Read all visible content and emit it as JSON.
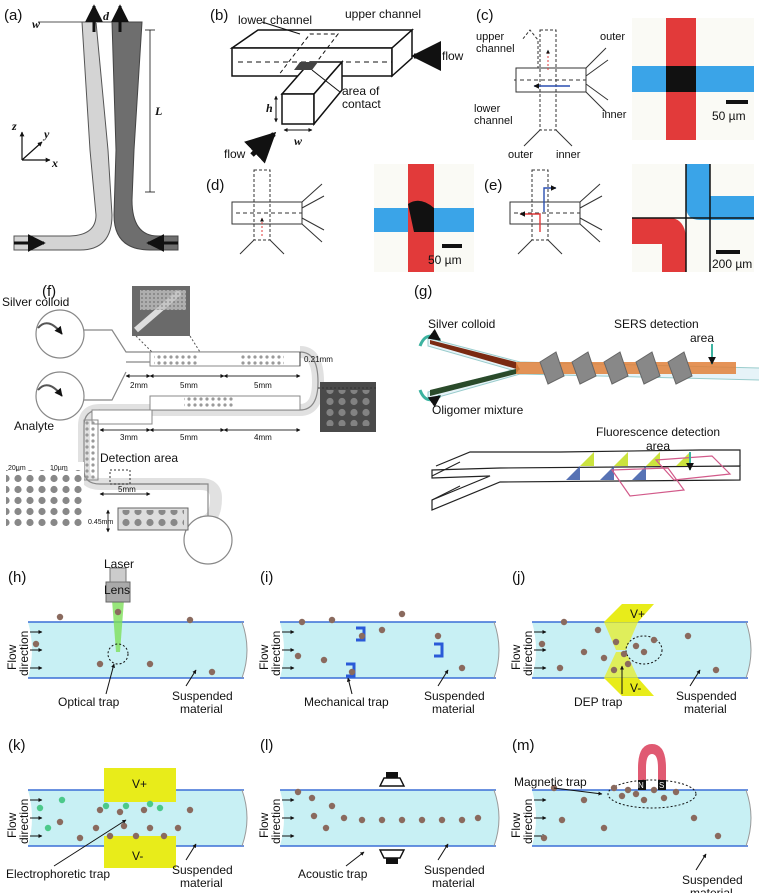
{
  "colors": {
    "channel_fill": "#c8f0f4",
    "channel_edge": "#3b6fd6",
    "particle": "#8a6a5e",
    "green_particle": "#4cc98a",
    "electrode": "#e8ec1a",
    "laser": "#7ee05a",
    "magnet": "#e05a72",
    "red_dye": "#e23a3a",
    "blue_dye": "#3aa4e8"
  },
  "panel_a": {
    "label": "(a)",
    "w": "w",
    "d": "d",
    "L": "L",
    "z": "z",
    "y": "y",
    "x": "x"
  },
  "panel_b": {
    "label": "(b)",
    "lower_channel": "lower channel",
    "upper_channel": "upper channel",
    "flow_top": "flow",
    "area_of_contact": "area of contact",
    "h": "h",
    "w": "w",
    "flow_bottom": "flow"
  },
  "panel_c": {
    "label": "(c)",
    "upper_channel": "upper channel",
    "lower_channel": "lower channel",
    "outer_top": "outer",
    "inner_top": "inner",
    "outer_bottom": "outer",
    "inner_bottom": "inner",
    "scale": "50 µm"
  },
  "panel_d": {
    "label": "(d)",
    "scale": "50 µm"
  },
  "panel_e": {
    "label": "(e)",
    "scale": "200 µm"
  },
  "panel_f": {
    "label": "(f)",
    "silver_colloid": "Silver colloid",
    "analyte": "Analyte",
    "dim_021": "0.21mm",
    "dim_2mm": "2mm",
    "dim_5mm_a": "5mm",
    "dim_5mm_b": "5mm",
    "dim_3mm": "3mm",
    "dim_5mm_c": "5mm",
    "dim_4mm": "4mm",
    "detection_area": "Detection area",
    "dim_5mm_d": "5mm",
    "dim_20um": "20µm",
    "dim_10um": "10µm",
    "dim_045": "0.45mm"
  },
  "panel_g": {
    "label": "(g)",
    "silver_colloid": "Silver colloid",
    "oligomer_mixture": "Oligomer mixture",
    "sers_line1": "SERS detection",
    "sers_line2": "area",
    "fluor_line1": "Fluorescence detection",
    "fluor_line2": "area"
  },
  "panels_traps": [
    {
      "id": "h",
      "label": "(h)",
      "flow1": "Flow",
      "flow2": "direction",
      "trap": "Optical trap",
      "susp1": "Suspended",
      "susp2": "material",
      "extra1": "Laser",
      "extra2": "Lens"
    },
    {
      "id": "i",
      "label": "(i)",
      "flow1": "Flow",
      "flow2": "direction",
      "trap": "Mechanical trap",
      "susp1": "Suspended",
      "susp2": "material"
    },
    {
      "id": "j",
      "label": "(j)",
      "flow1": "Flow",
      "flow2": "direction",
      "trap": "DEP trap",
      "susp1": "Suspended",
      "susp2": "material",
      "extra1": "V+",
      "extra2": "V-"
    },
    {
      "id": "k",
      "label": "(k)",
      "flow1": "Flow",
      "flow2": "direction",
      "trap": "Electrophoretic trap",
      "susp1": "Suspended",
      "susp2": "material",
      "extra1": "V+",
      "extra2": "V-"
    },
    {
      "id": "l",
      "label": "(l)",
      "flow1": "Flow",
      "flow2": "direction",
      "trap": "Acoustic trap",
      "susp1": "Suspended",
      "susp2": "material"
    },
    {
      "id": "m",
      "label": "(m)",
      "flow1": "Flow",
      "flow2": "direction",
      "trap": "Magnetic trap",
      "susp1": "Suspended",
      "susp2": "material",
      "extra1": "N",
      "extra2": "S"
    }
  ]
}
